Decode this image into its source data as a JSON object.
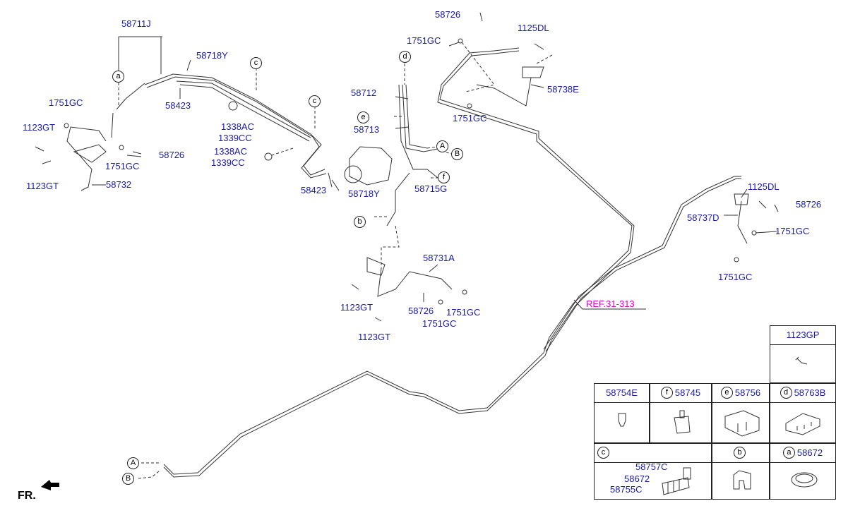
{
  "labels": {
    "l58711J": "58711J",
    "l58718Y_top": "58718Y",
    "l58423_top": "58423",
    "l1751GC_left": "1751GC",
    "l1123GT_left1": "1123GT",
    "l1123GT_left2": "1123GT",
    "l1751GC_left2": "1751GC",
    "l58726_left": "58726",
    "l58732": "58732",
    "l1338AC_1": "1338AC",
    "l1339CC_1": "1339CC",
    "l1338AC_2": "1338AC",
    "l1339CC_2": "1339CC",
    "l58423_mid": "58423",
    "l58718Y_mid": "58718Y",
    "l58712": "58712",
    "l58713": "58713",
    "l58715G": "58715G",
    "l58731A": "58731A",
    "l1123GT_c1": "1123GT",
    "l1123GT_c2": "1123GT",
    "l58726_c": "58726",
    "l1751GC_c1": "1751GC",
    "l1751GC_c2": "1751GC",
    "l58726_top": "58726",
    "l1751GC_top": "1751GC",
    "l1125DL_top": "1125DL",
    "l58738E": "58738E",
    "l1751GC_tr": "1751GC",
    "l1125DL_r": "1125DL",
    "l58726_r": "58726",
    "l58737D": "58737D",
    "l1751GC_r1": "1751GC",
    "l1751GC_r2": "1751GC",
    "ref": "REF.31-313",
    "fr": "FR."
  },
  "callouts": {
    "a1": "a",
    "c1": "c",
    "c2": "c",
    "d1": "d",
    "e1": "e",
    "A1": "A",
    "B1": "B",
    "f1": "f",
    "b1": "b",
    "A2": "A",
    "B2": "B"
  },
  "legend": {
    "c1123GP": {
      "code": "1123GP"
    },
    "c58754E": {
      "code": "58754E"
    },
    "c58745": {
      "tag": "f",
      "code": "58745"
    },
    "c58756": {
      "tag": "e",
      "code": "58756"
    },
    "c58763B": {
      "tag": "d",
      "code": "58763B"
    },
    "cC": {
      "tag": "c",
      "code": ""
    },
    "cB": {
      "tag": "b",
      "code": ""
    },
    "c58672": {
      "tag": "a",
      "code": "58672"
    },
    "sub_58757C": "58757C",
    "sub_58672": "58672",
    "sub_58755C": "58755C"
  }
}
